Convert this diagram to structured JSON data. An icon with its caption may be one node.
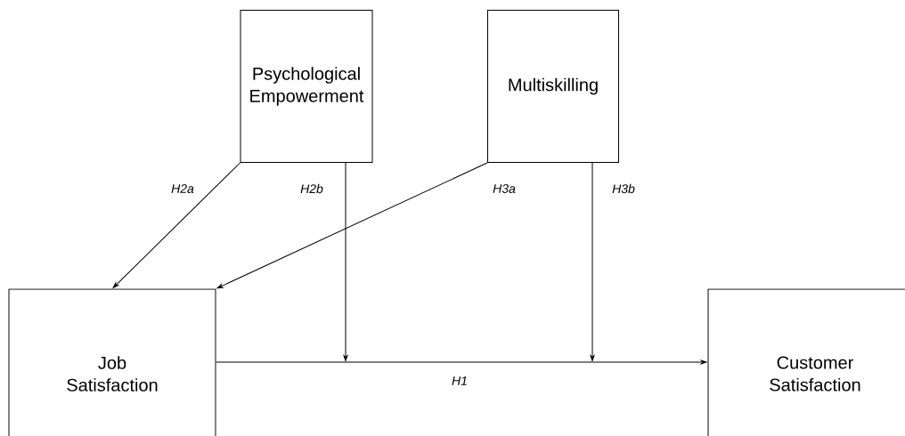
{
  "diagram": {
    "nodes": [
      {
        "text": [
          "Psychological Empowerment"
        ]
      },
      {
        "text": [
          "Multiskilling"
        ]
      },
      {
        "text": [
          "Job Satisfaction"
        ]
      },
      {
        "text": [
          "Customer Satisfaction"
        ]
      }
    ],
    "edges": [
      {
        "from": 0,
        "to": 2,
        "arrow": "to",
        "label": "H2a"
      },
      {
        "from": 0,
        "to": null,
        "arrow": "to",
        "label": "H2b"
      },
      {
        "from": 1,
        "to": 2,
        "arrow": "to",
        "label": "H3a"
      },
      {
        "from": 1,
        "to": null,
        "arrow": "to",
        "label": "H3b"
      },
      {
        "from": 2,
        "to": 3,
        "arrow": "to",
        "label": "H1"
      }
    ]
  }
}
